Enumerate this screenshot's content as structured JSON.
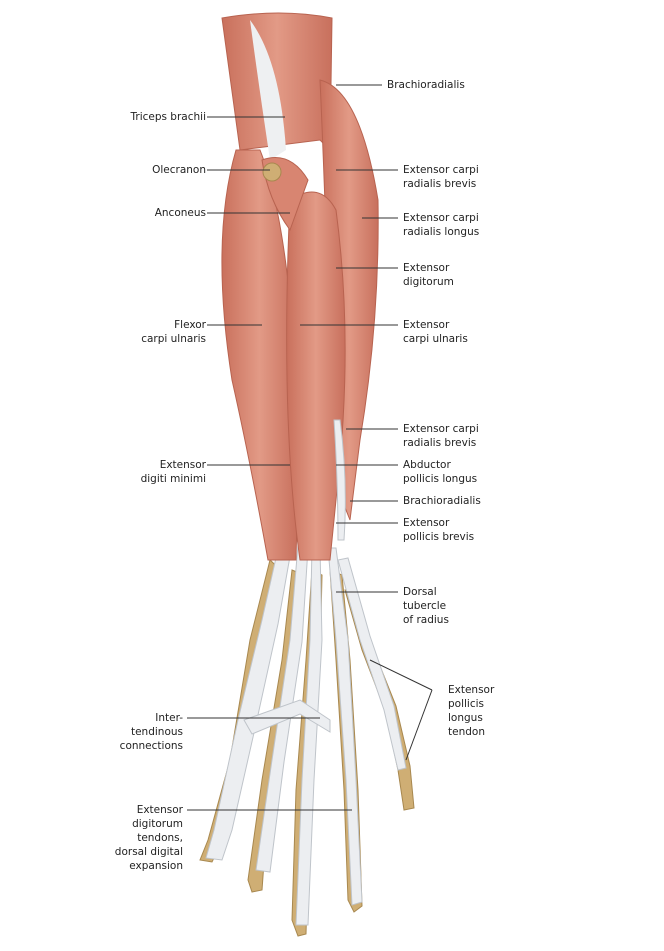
{
  "colors": {
    "muscle": "#d98b76",
    "muscle_dark": "#c06a57",
    "tendon": "#e9ebee",
    "bone": "#c9a66b",
    "line": "#333333"
  },
  "labels": {
    "triceps": "Triceps brachii",
    "olecranon": "Olecranon",
    "anconeus": "Anconeus",
    "flexor_carpi_ulnaris": "Flexor\ncarpi ulnaris",
    "extensor_digiti_minimi": "Extensor\ndigiti minimi",
    "intertendinous": "Inter-\ntendinous\nconnections",
    "extensor_digitorum_tendons": "Extensor\ndigitorum\ntendons,\ndorsal digital\nexpansion",
    "brachioradialis_top": "Brachioradialis",
    "ecrb_top": "Extensor carpi\nradialis brevis",
    "ecrl": "Extensor carpi\nradialis longus",
    "extensor_digitorum": "Extensor\ndigitorum",
    "extensor_carpi_ulnaris": "Extensor\ncarpi ulnaris",
    "ecrb_bottom": "Extensor carpi\nradialis brevis",
    "abductor_pollicis_longus": "Abductor\npollicis longus",
    "brachioradialis_bottom": "Brachioradialis",
    "extensor_pollicis_brevis": "Extensor\npollicis brevis",
    "dorsal_tubercle": "Dorsal\ntubercle\nof radius",
    "extensor_pollicis_longus": "Extensor\npollicis\nlongus\ntendon"
  }
}
